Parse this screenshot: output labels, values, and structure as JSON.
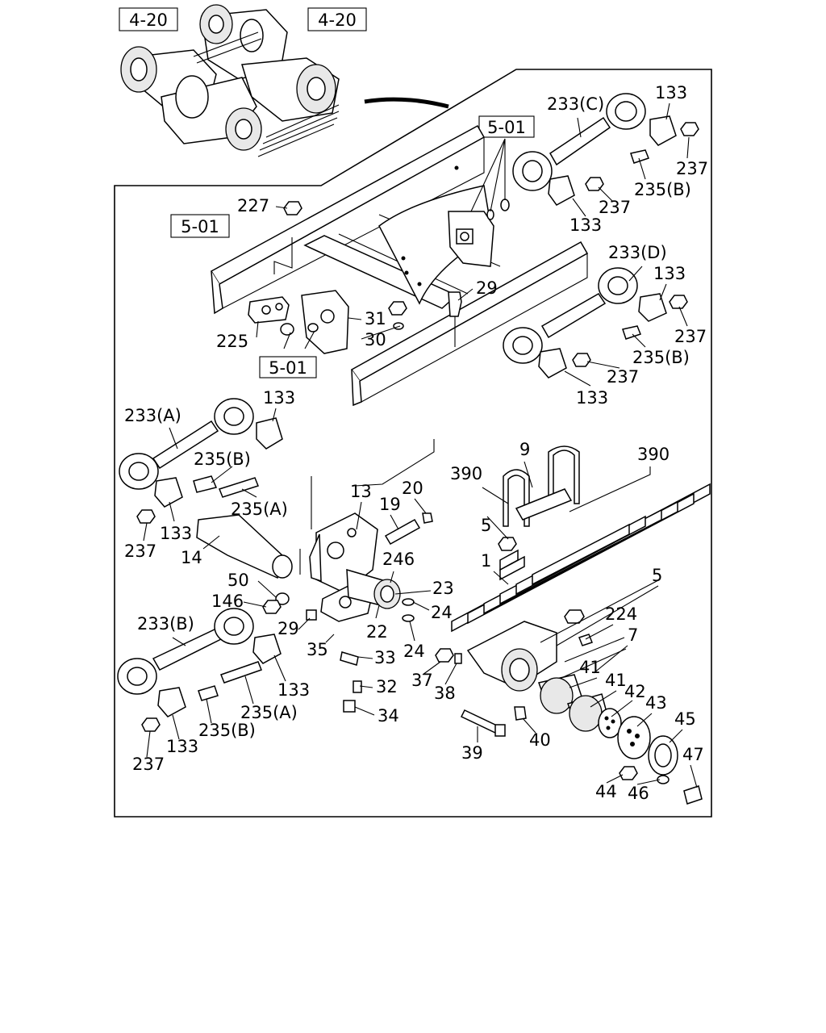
{
  "references": {
    "ref_4_20_left": "4-20",
    "ref_4_20_right": "4-20",
    "ref_5_01_top": "5-01",
    "ref_5_01_left": "5-01",
    "ref_5_01_mid": "5-01"
  },
  "callouts": {
    "p227": "227",
    "p225": "225",
    "p31": "31",
    "p30": "30",
    "p29_top": "29",
    "p233c": "233(C)",
    "p133_c1": "133",
    "p237_c1": "237",
    "p235b_c": "235(B)",
    "p237_c2": "237",
    "p133_c2": "133",
    "p233d": "233(D)",
    "p133_d1": "133",
    "p237_d1": "237",
    "p235b_d": "235(B)",
    "p237_d2": "237",
    "p133_d2": "133",
    "p233a": "233(A)",
    "p133_a1": "133",
    "p235b_a": "235(B)",
    "p235a_a": "235(A)",
    "p133_a2": "133",
    "p237_a": "237",
    "p14": "14",
    "p13": "13",
    "p19": "19",
    "p20": "20",
    "p246": "246",
    "p50": "50",
    "p146": "146",
    "p23": "23",
    "p24_a": "24",
    "p24_b": "24",
    "p22": "22",
    "p29_mid": "29",
    "p35": "35",
    "p33": "33",
    "p32": "32",
    "p34": "34",
    "p233b": "233(B)",
    "p133_b1": "133",
    "p235a_b": "235(A)",
    "p235b_b": "235(B)",
    "p133_b2": "133",
    "p237_b": "237",
    "p9": "9",
    "p390_a": "390",
    "p390_b": "390",
    "p5_a": "5",
    "p5_b": "5",
    "p1": "1",
    "p224": "224",
    "p7": "7",
    "p37": "37",
    "p38": "38",
    "p41_a": "41",
    "p41_b": "41",
    "p42": "42",
    "p43": "43",
    "p45": "45",
    "p47": "47",
    "p39": "39",
    "p40": "40",
    "p44": "44",
    "p46": "46"
  }
}
